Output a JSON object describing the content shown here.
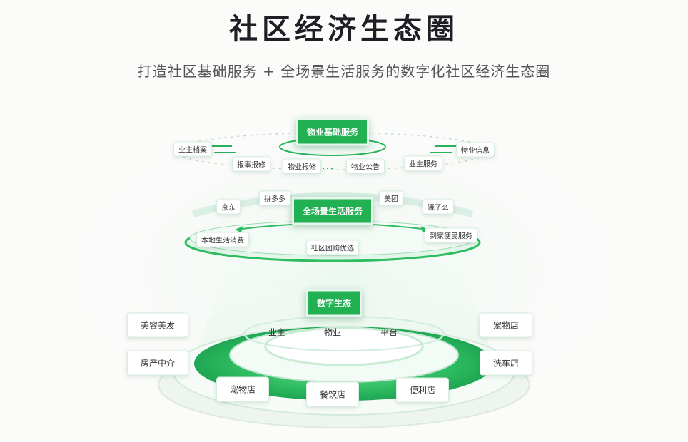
{
  "title": "社区经济生态圈",
  "subtitle": "打造社区基础服务 + 全场景生活服务的数字化社区经济生态圈",
  "colors": {
    "accent": "#22b152",
    "ring": "#3ac46a",
    "ring_light": "#c9ecd6"
  },
  "tier1": {
    "hub": "物业基础服务",
    "items": [
      "业主档案",
      "物业信息",
      "报事报修",
      "物业报修",
      "物业公告",
      "业主服务"
    ]
  },
  "tier2": {
    "hub": "全场景生活服务",
    "items": [
      "京东",
      "拼多多",
      "美团",
      "饿了么",
      "本地生活消费",
      "社区团购优选",
      "到家便民服务"
    ]
  },
  "tier3": {
    "hub": "数字生态",
    "core": [
      "业主",
      "物业",
      "平台"
    ],
    "items": [
      "美容美发",
      "房产中介",
      "宠物店",
      "餐饮店",
      "便利店",
      "宠物店",
      "洗车店"
    ]
  }
}
